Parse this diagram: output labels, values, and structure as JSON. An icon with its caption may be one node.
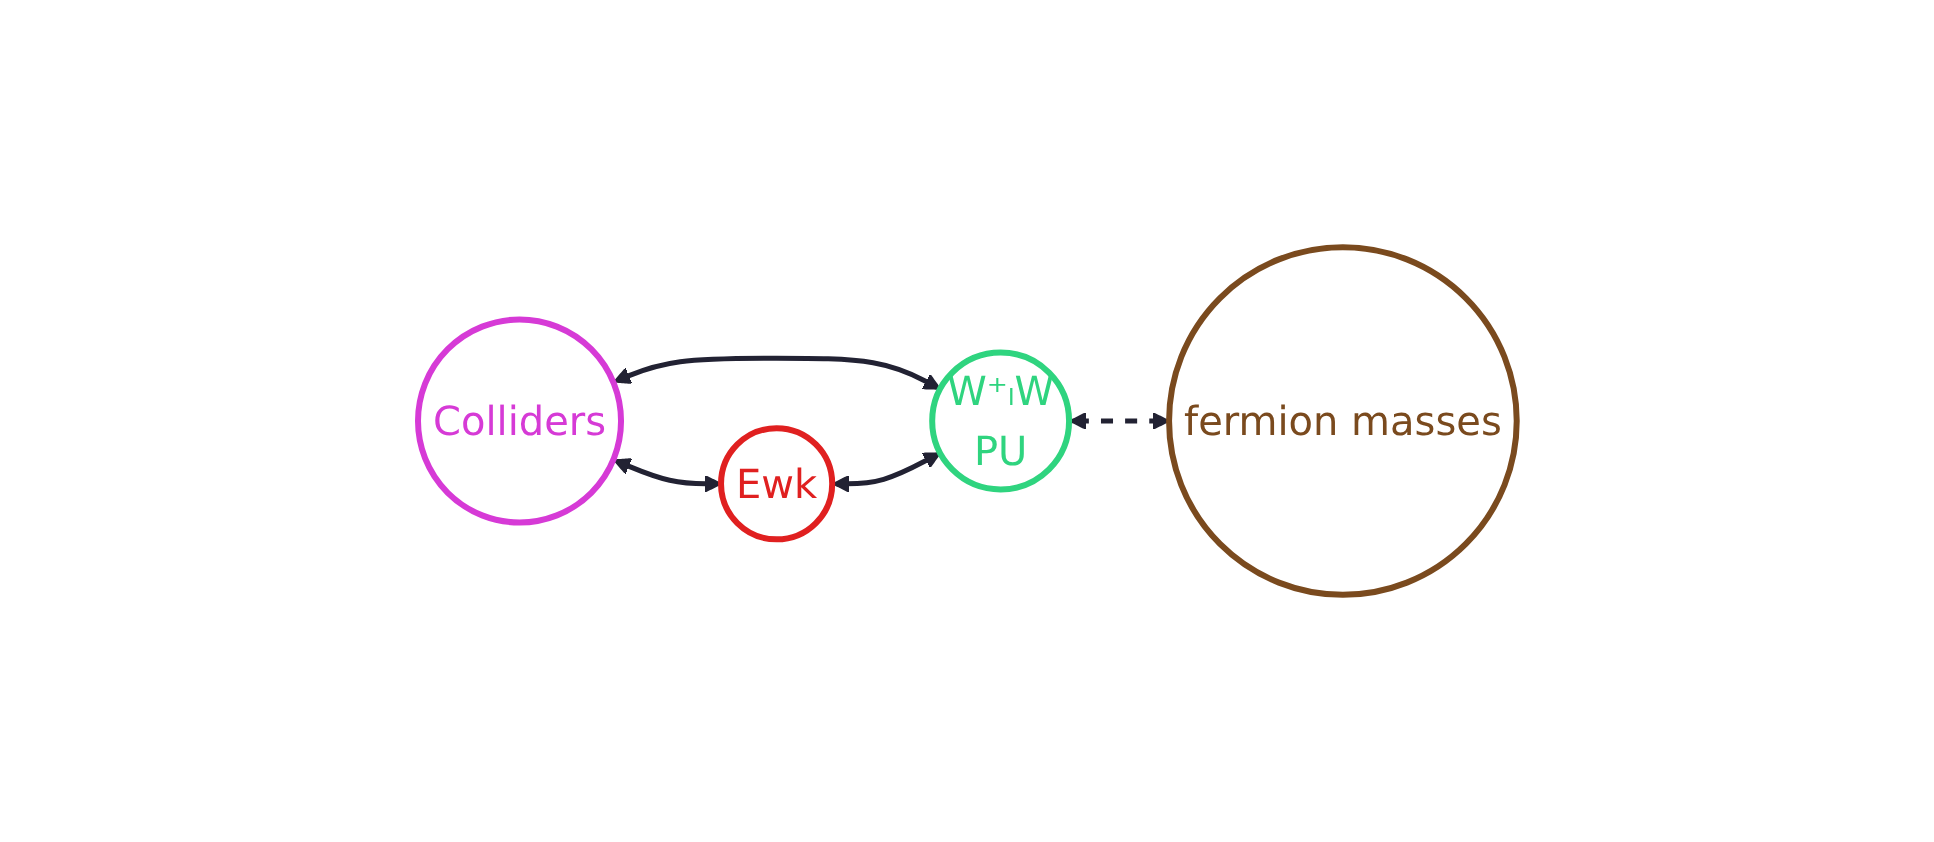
{
  "diagram": {
    "nodes": [
      {
        "text": [
          "Colliders"
        ]
      },
      {
        "text": [
          "W⁺ₗW",
          "PU"
        ]
      },
      {
        "text": [
          "Ewk"
        ]
      },
      {
        "text": [
          "fermion masses"
        ]
      }
    ],
    "edges": [
      {
        "from": 0,
        "to": 1,
        "arrow": "both"
      },
      {
        "from": 0,
        "to": 2,
        "arrow": "both"
      },
      {
        "from": 2,
        "to": 1,
        "arrow": "both"
      },
      {
        "from": 1,
        "to": 3,
        "arrow": "both",
        "style": "dashed"
      }
    ]
  }
}
